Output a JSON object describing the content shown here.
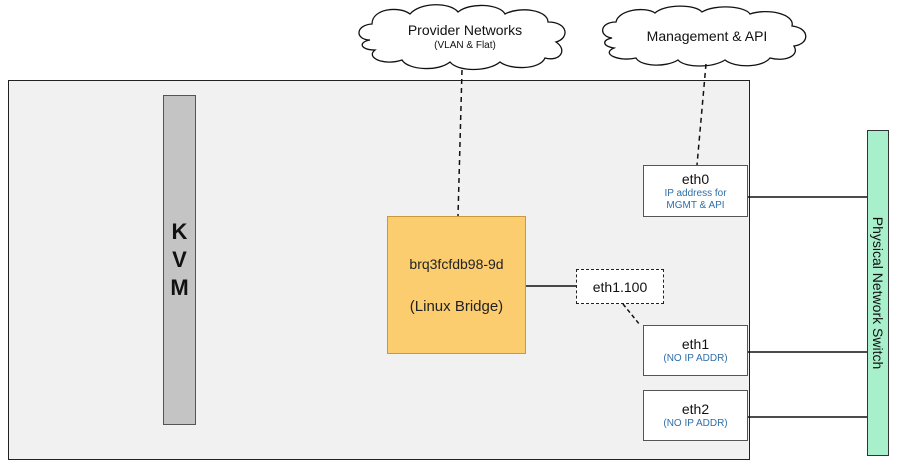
{
  "clouds": {
    "provider": {
      "title": "Provider Networks",
      "subtitle": "(VLAN & Flat)"
    },
    "management": {
      "title": "Management & API"
    }
  },
  "kvm": {
    "letters": [
      "K",
      "V",
      "M"
    ]
  },
  "bridge": {
    "name": "brq3fcfdb98-9d",
    "type": "(Linux Bridge)"
  },
  "vlan_interface": {
    "label": "eth1.100"
  },
  "interfaces": [
    {
      "name": "eth0",
      "detail": "IP address for MGMT & API"
    },
    {
      "name": "eth1",
      "detail": "(NO IP ADDR)"
    },
    {
      "name": "eth2",
      "detail": "(NO IP ADDR)"
    }
  ],
  "switch": {
    "label": "Physical Network Switch"
  },
  "colors": {
    "host_fill": "#f1f1f1",
    "bridge_fill": "#fbcd6f",
    "kvm_fill": "#c4c4c4",
    "switch_fill": "#a8f0cc",
    "detail_text": "#2f6ea8"
  }
}
